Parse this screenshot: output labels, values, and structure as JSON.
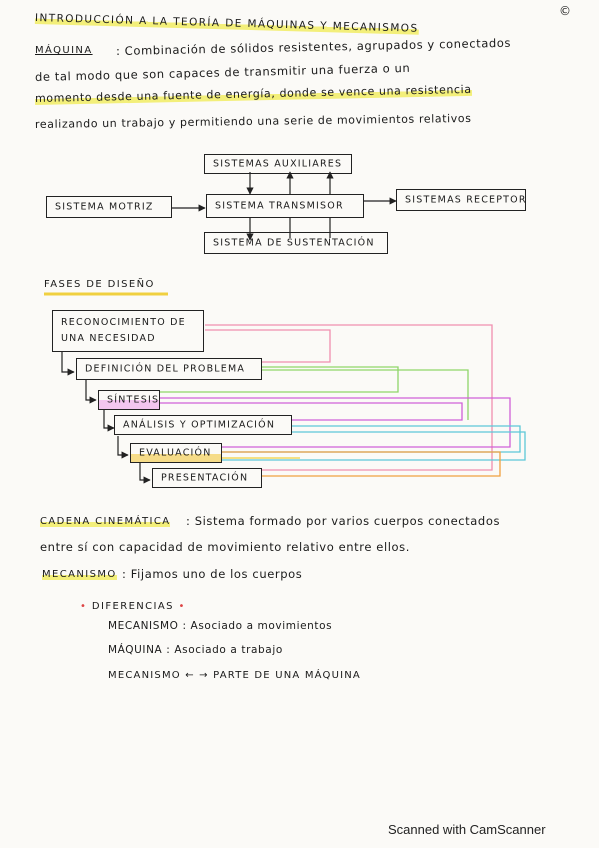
{
  "corner_mark": "©",
  "title": "INTRODUCCIÓN A LA TEORÍA DE MÁQUINAS Y MECANISMOS",
  "maquina": {
    "label": "MÁQUINA",
    "line1": ": Combinación de sólidos resistentes, agrupados y conectados",
    "line2": "de tal modo que son capaces de transmitir una fuerza o un",
    "line3": "momento desde una fuente de energía, donde se vence una resistencia",
    "line4": "realizando un trabajo y permitiendo una serie de movimientos relativos"
  },
  "diagram1": {
    "aux": "SISTEMAS AUXILIARES",
    "motriz": "SISTEMA MOTRIZ",
    "transmisor": "SISTEMA TRANSMISOR",
    "receptor": "SISTEMAS RECEPTOR",
    "sustentacion": "SISTEMA DE SUSTENTACIÓN"
  },
  "fases": {
    "heading": "FASES DE DISEÑO",
    "steps": [
      "RECONOCIMIENTO DE UNA NECESIDAD",
      "DEFINICIÓN DEL PROBLEMA",
      "SÍNTESIS",
      "ANÁLISIS Y OPTIMIZACIÓN",
      "EVALUACIÓN",
      "PRESENTACIÓN"
    ]
  },
  "cadena": {
    "label": "CADENA CINEMÁTICA",
    "line1": ": Sistema formado por varios cuerpos conectados",
    "line2": "entre sí con capacidad de movimiento relativo entre ellos."
  },
  "mecanismo": {
    "label": "MECANISMO",
    "text": ": Fijamos uno de los cuerpos"
  },
  "diferencias": {
    "heading": "DIFERENCIAS",
    "row1": "MECANISMO : Asociado a movimientos",
    "row2": "MÁQUINA : Asociado a trabajo",
    "row3": "MECANISMO ← → PARTE DE UNA MÁQUINA"
  },
  "footer": "Scanned with CamScanner",
  "colors": {
    "highlight": "#f3ef7a",
    "pink": "#f08fb0",
    "green": "#8fd66a",
    "magenta": "#d060d8",
    "cyan": "#5cc8d8",
    "yellow": "#f0d040",
    "orange": "#f0a040"
  }
}
